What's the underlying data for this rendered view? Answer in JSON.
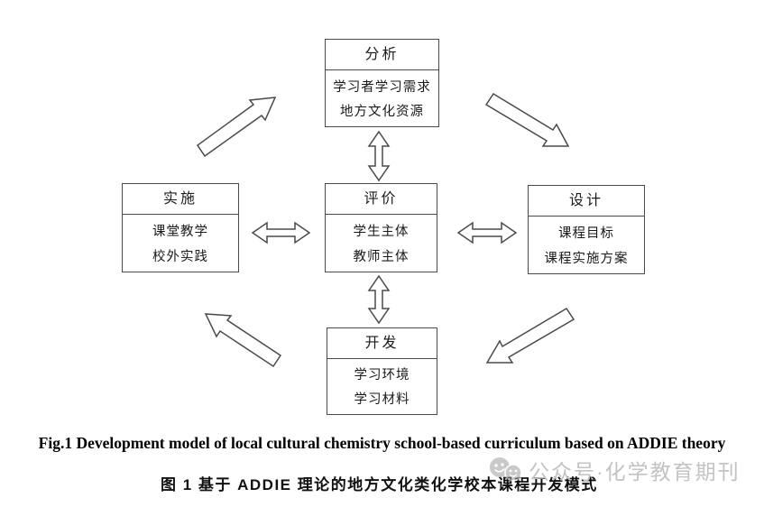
{
  "figure": {
    "description_type": "diagram",
    "colors": {
      "node_stroke": "#4a4a4a",
      "text": "#1a1a1a",
      "watermark": "#c3c3c3"
    },
    "nodes": {
      "analysis": {
        "title": "分析",
        "items": [
          "学习者学习需求",
          "地方文化资源"
        ]
      },
      "evaluation": {
        "title": "评价",
        "items": [
          "学生主体",
          "教师主体"
        ]
      },
      "implementation": {
        "title": "实施",
        "items": [
          "课堂教学",
          "校外实践"
        ]
      },
      "design": {
        "title": "设计",
        "items": [
          "课程目标",
          "课程实施方案"
        ]
      },
      "development": {
        "title": "开发",
        "items": [
          "学习环境",
          "学习材料"
        ]
      }
    },
    "connections": {
      "cycle": [
        "implementation→analysis",
        "analysis→design",
        "design→development",
        "development→implementation"
      ],
      "bidirectional_with_evaluation": [
        "analysis",
        "design",
        "development",
        "implementation"
      ]
    }
  },
  "captions": {
    "english": "Fig.1 Development model of local cultural chemistry school-based curriculum based on ADDIE theory",
    "chinese": "图 1 基于 ADDIE 理论的地方文化类化学校本课程开发模式"
  },
  "watermark": {
    "text": "公众号·化学教育期刊"
  }
}
